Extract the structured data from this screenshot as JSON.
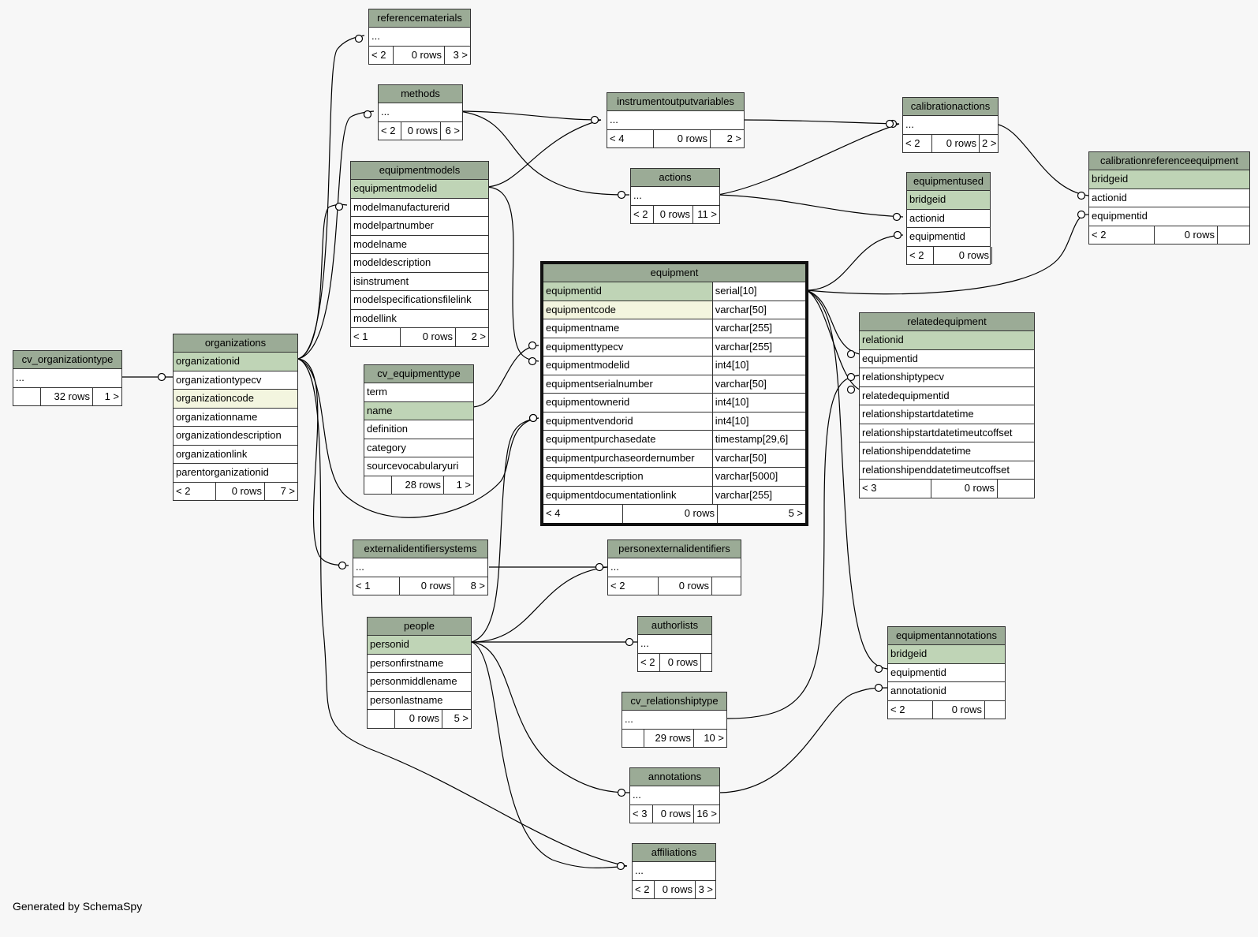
{
  "footer": "Generated by SchemaSpy",
  "colors": {
    "header": "#9bab96",
    "primary_key": "#bfd4b6",
    "indexed": "#f3f5df",
    "background": "#f7f7f7"
  },
  "tables": {
    "referencematerials": {
      "name": "referencematerials",
      "rows": [
        "..."
      ],
      "footer": [
        "< 2",
        "0 rows",
        "3 >"
      ]
    },
    "methods": {
      "name": "methods",
      "rows": [
        "..."
      ],
      "footer": [
        "< 2",
        "0 rows",
        "6 >"
      ]
    },
    "instrumentoutputvariables": {
      "name": "instrumentoutputvariables",
      "rows": [
        "..."
      ],
      "footer": [
        "< 4",
        "0 rows",
        "2 >"
      ]
    },
    "calibrationactions": {
      "name": "calibrationactions",
      "rows": [
        "..."
      ],
      "footer": [
        "< 2",
        "0 rows",
        "2 >"
      ]
    },
    "calibrationreferenceequipment": {
      "name": "calibrationreferenceequipment",
      "rows": [
        "bridgeid",
        "actionid",
        "equipmentid"
      ],
      "footer": [
        "< 2",
        "0 rows",
        ""
      ]
    },
    "equipmentmodels": {
      "name": "equipmentmodels",
      "rows": [
        "equipmentmodelid",
        "modelmanufacturerid",
        "modelpartnumber",
        "modelname",
        "modeldescription",
        "isinstrument",
        "modelspecificationsfilelink",
        "modellink"
      ],
      "footer": [
        "< 1",
        "0 rows",
        "2 >"
      ]
    },
    "actions": {
      "name": "actions",
      "rows": [
        "..."
      ],
      "footer": [
        "< 2",
        "0 rows",
        "11 >"
      ]
    },
    "equipmentused": {
      "name": "equipmentused",
      "rows": [
        "bridgeid",
        "actionid",
        "equipmentid"
      ],
      "footer": [
        "< 2",
        "0 rows",
        ""
      ]
    },
    "cv_organizationtype": {
      "name": "cv_organizationtype",
      "rows": [
        "..."
      ],
      "footer": [
        "",
        "32 rows",
        "1 >"
      ]
    },
    "organizations": {
      "name": "organizations",
      "rows": [
        "organizationid",
        "organizationtypecv",
        "organizationcode",
        "organizationname",
        "organizationdescription",
        "organizationlink",
        "parentorganizationid"
      ],
      "footer": [
        "< 2",
        "0 rows",
        "7 >"
      ]
    },
    "cv_equipmenttype": {
      "name": "cv_equipmenttype",
      "rows": [
        "term",
        "name",
        "definition",
        "category",
        "sourcevocabularyuri"
      ],
      "footer": [
        "",
        "28 rows",
        "1 >"
      ]
    },
    "equipment": {
      "name": "equipment",
      "rows": [
        [
          "equipmentid",
          "serial[10]"
        ],
        [
          "equipmentcode",
          "varchar[50]"
        ],
        [
          "equipmentname",
          "varchar[255]"
        ],
        [
          "equipmenttypecv",
          "varchar[255]"
        ],
        [
          "equipmentmodelid",
          "int4[10]"
        ],
        [
          "equipmentserialnumber",
          "varchar[50]"
        ],
        [
          "equipmentownerid",
          "int4[10]"
        ],
        [
          "equipmentvendorid",
          "int4[10]"
        ],
        [
          "equipmentpurchasedate",
          "timestamp[29,6]"
        ],
        [
          "equipmentpurchaseordernumber",
          "varchar[50]"
        ],
        [
          "equipmentdescription",
          "varchar[5000]"
        ],
        [
          "equipmentdocumentationlink",
          "varchar[255]"
        ]
      ],
      "footer": [
        "< 4",
        "0 rows",
        "5 >"
      ]
    },
    "relatedequipment": {
      "name": "relatedequipment",
      "rows": [
        "relationid",
        "equipmentid",
        "relationshiptypecv",
        "relatedequipmentid",
        "relationshipstartdatetime",
        "relationshipstartdatetimeutcoffset",
        "relationshipenddatetime",
        "relationshipenddatetimeutcoffset"
      ],
      "footer": [
        "< 3",
        "0 rows",
        ""
      ]
    },
    "externalidentifiersystems": {
      "name": "externalidentifiersystems",
      "rows": [
        "..."
      ],
      "footer": [
        "< 1",
        "0 rows",
        "8 >"
      ]
    },
    "personexternalidentifiers": {
      "name": "personexternalidentifiers",
      "rows": [
        "..."
      ],
      "footer": [
        "< 2",
        "0 rows",
        ""
      ]
    },
    "people": {
      "name": "people",
      "rows": [
        "personid",
        "personfirstname",
        "personmiddlename",
        "personlastname"
      ],
      "footer": [
        "",
        "0 rows",
        "5 >"
      ]
    },
    "authorlists": {
      "name": "authorlists",
      "rows": [
        "..."
      ],
      "footer": [
        "< 2",
        "0 rows",
        ""
      ]
    },
    "equipmentannotations": {
      "name": "equipmentannotations",
      "rows": [
        "bridgeid",
        "equipmentid",
        "annotationid"
      ],
      "footer": [
        "< 2",
        "0 rows",
        ""
      ]
    },
    "cv_relationshiptype": {
      "name": "cv_relationshiptype",
      "rows": [
        "..."
      ],
      "footer": [
        "",
        "29 rows",
        "10 >"
      ]
    },
    "annotations": {
      "name": "annotations",
      "rows": [
        "..."
      ],
      "footer": [
        "< 3",
        "0 rows",
        "16 >"
      ]
    },
    "affiliations": {
      "name": "affiliations",
      "rows": [
        "..."
      ],
      "footer": [
        "< 2",
        "0 rows",
        "3 >"
      ]
    }
  }
}
